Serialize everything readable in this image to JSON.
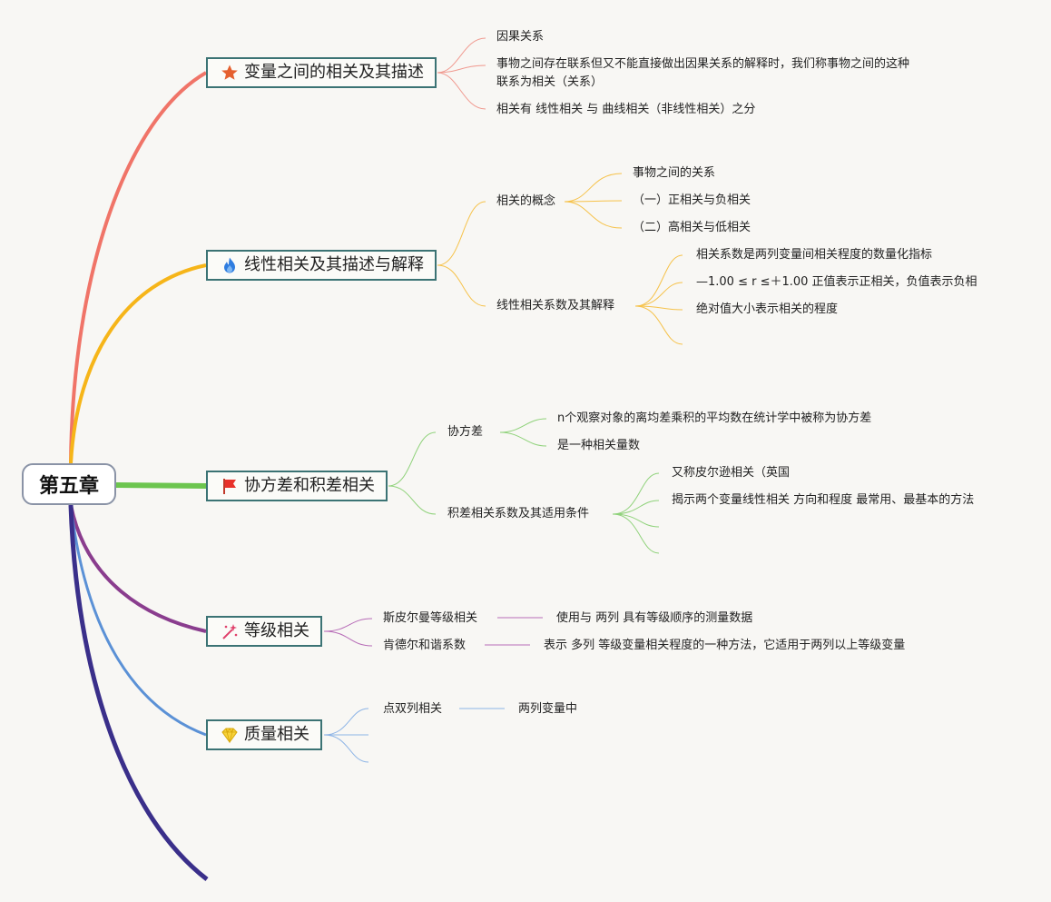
{
  "root": {
    "title": "第五章"
  },
  "colors": {
    "b1": "#f07468",
    "b2": "#f6b519",
    "b3": "#6cc54e",
    "b4": "#8a3d8e",
    "b5": "#5b91d6",
    "b6": "#3a2f8a",
    "border": "#3b7374"
  },
  "b1": {
    "title": "变量之间的相关及其描述",
    "icon": "star-icon",
    "items": [
      "因果关系",
      "事物之间存在联系但又不能直接做出因果关系的解释时，我们称事物之间的这种",
      "联系为相关（关系）",
      "相关有 线性相关 与 曲线相关（非线性相关）之分"
    ]
  },
  "b2": {
    "title": "线性相关及其描述与解释",
    "icon": "flame-icon",
    "sub1": {
      "title": "相关的概念",
      "items": [
        "事物之间的关系",
        "（一）正相关与负相关",
        "（二）高相关与低相关"
      ]
    },
    "sub2": {
      "title": "线性相关系数及其解释",
      "items": [
        "相关系数是两列变量间相关程度的数量化指标",
        "—1.00 ≤ r ≤＋1.00 正值表示正相关，负值表示负相",
        "绝对值大小表示相关的程度"
      ]
    }
  },
  "b3": {
    "title": "协方差和积差相关",
    "icon": "flag-icon",
    "sub1": {
      "title": "协方差",
      "items": [
        "n个观察对象的离均差乘积的平均数在统计学中被称为协方差",
        "是一种相关量数"
      ]
    },
    "sub2": {
      "title": "积差相关系数及其适用条件",
      "items": [
        "又称皮尔逊相关（英国",
        "揭示两个变量线性相关 方向和程度 最常用、最基本的方法"
      ]
    }
  },
  "b4": {
    "title": "等级相关",
    "icon": "sparkle-icon",
    "sub1": {
      "title": "斯皮尔曼等级相关",
      "detail": "使用与 两列 具有等级顺序的测量数据"
    },
    "sub2": {
      "title": "肯德尔和谐系数",
      "detail": "表示 多列 等级变量相关程度的一种方法，它适用于两列以上等级变量"
    }
  },
  "b5": {
    "title": "质量相关",
    "icon": "gem-icon",
    "sub1": {
      "title": "点双列相关",
      "detail": "两列变量中"
    }
  }
}
